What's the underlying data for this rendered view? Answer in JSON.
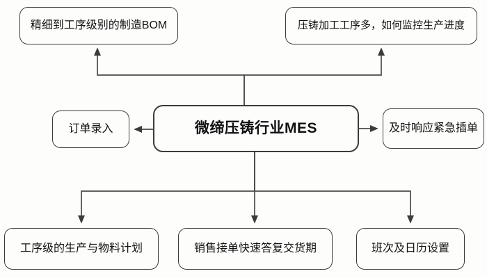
{
  "diagram": {
    "title": "微缔压铸行业MES",
    "type": "hub-and-spoke flowchart",
    "center": {
      "id": "center",
      "label": "微缔压铸行业MES"
    },
    "nodes": [
      {
        "id": "top-left",
        "label": "精细到工序级别的制造BOM"
      },
      {
        "id": "top-right",
        "label": "压铸加工工序多，如何监控生产进度"
      },
      {
        "id": "left",
        "label": "订单录入"
      },
      {
        "id": "right",
        "label": "及时响应紧急插单"
      },
      {
        "id": "bottom-left",
        "label": "工序级的生产与物料计划"
      },
      {
        "id": "bottom-mid",
        "label": "销售接单快速答复交货期"
      },
      {
        "id": "bottom-right",
        "label": "班次及日历设置"
      }
    ],
    "edges": [
      {
        "from": "center",
        "to": "top-left",
        "arrow": "to"
      },
      {
        "from": "center",
        "to": "top-right",
        "arrow": "to"
      },
      {
        "from": "center",
        "to": "left",
        "arrow": "to"
      },
      {
        "from": "center",
        "to": "right",
        "arrow": "to"
      },
      {
        "from": "center",
        "to": "bottom-left",
        "arrow": "to"
      },
      {
        "from": "center",
        "to": "bottom-mid",
        "arrow": "to"
      },
      {
        "from": "center",
        "to": "bottom-right",
        "arrow": "to"
      }
    ],
    "colors": {
      "background": "#fdfdfc",
      "node_fill": "#fdfdfc",
      "node_border": "#3b3b3b",
      "edge_line": "#4a4a4a",
      "text": "#111111"
    }
  }
}
